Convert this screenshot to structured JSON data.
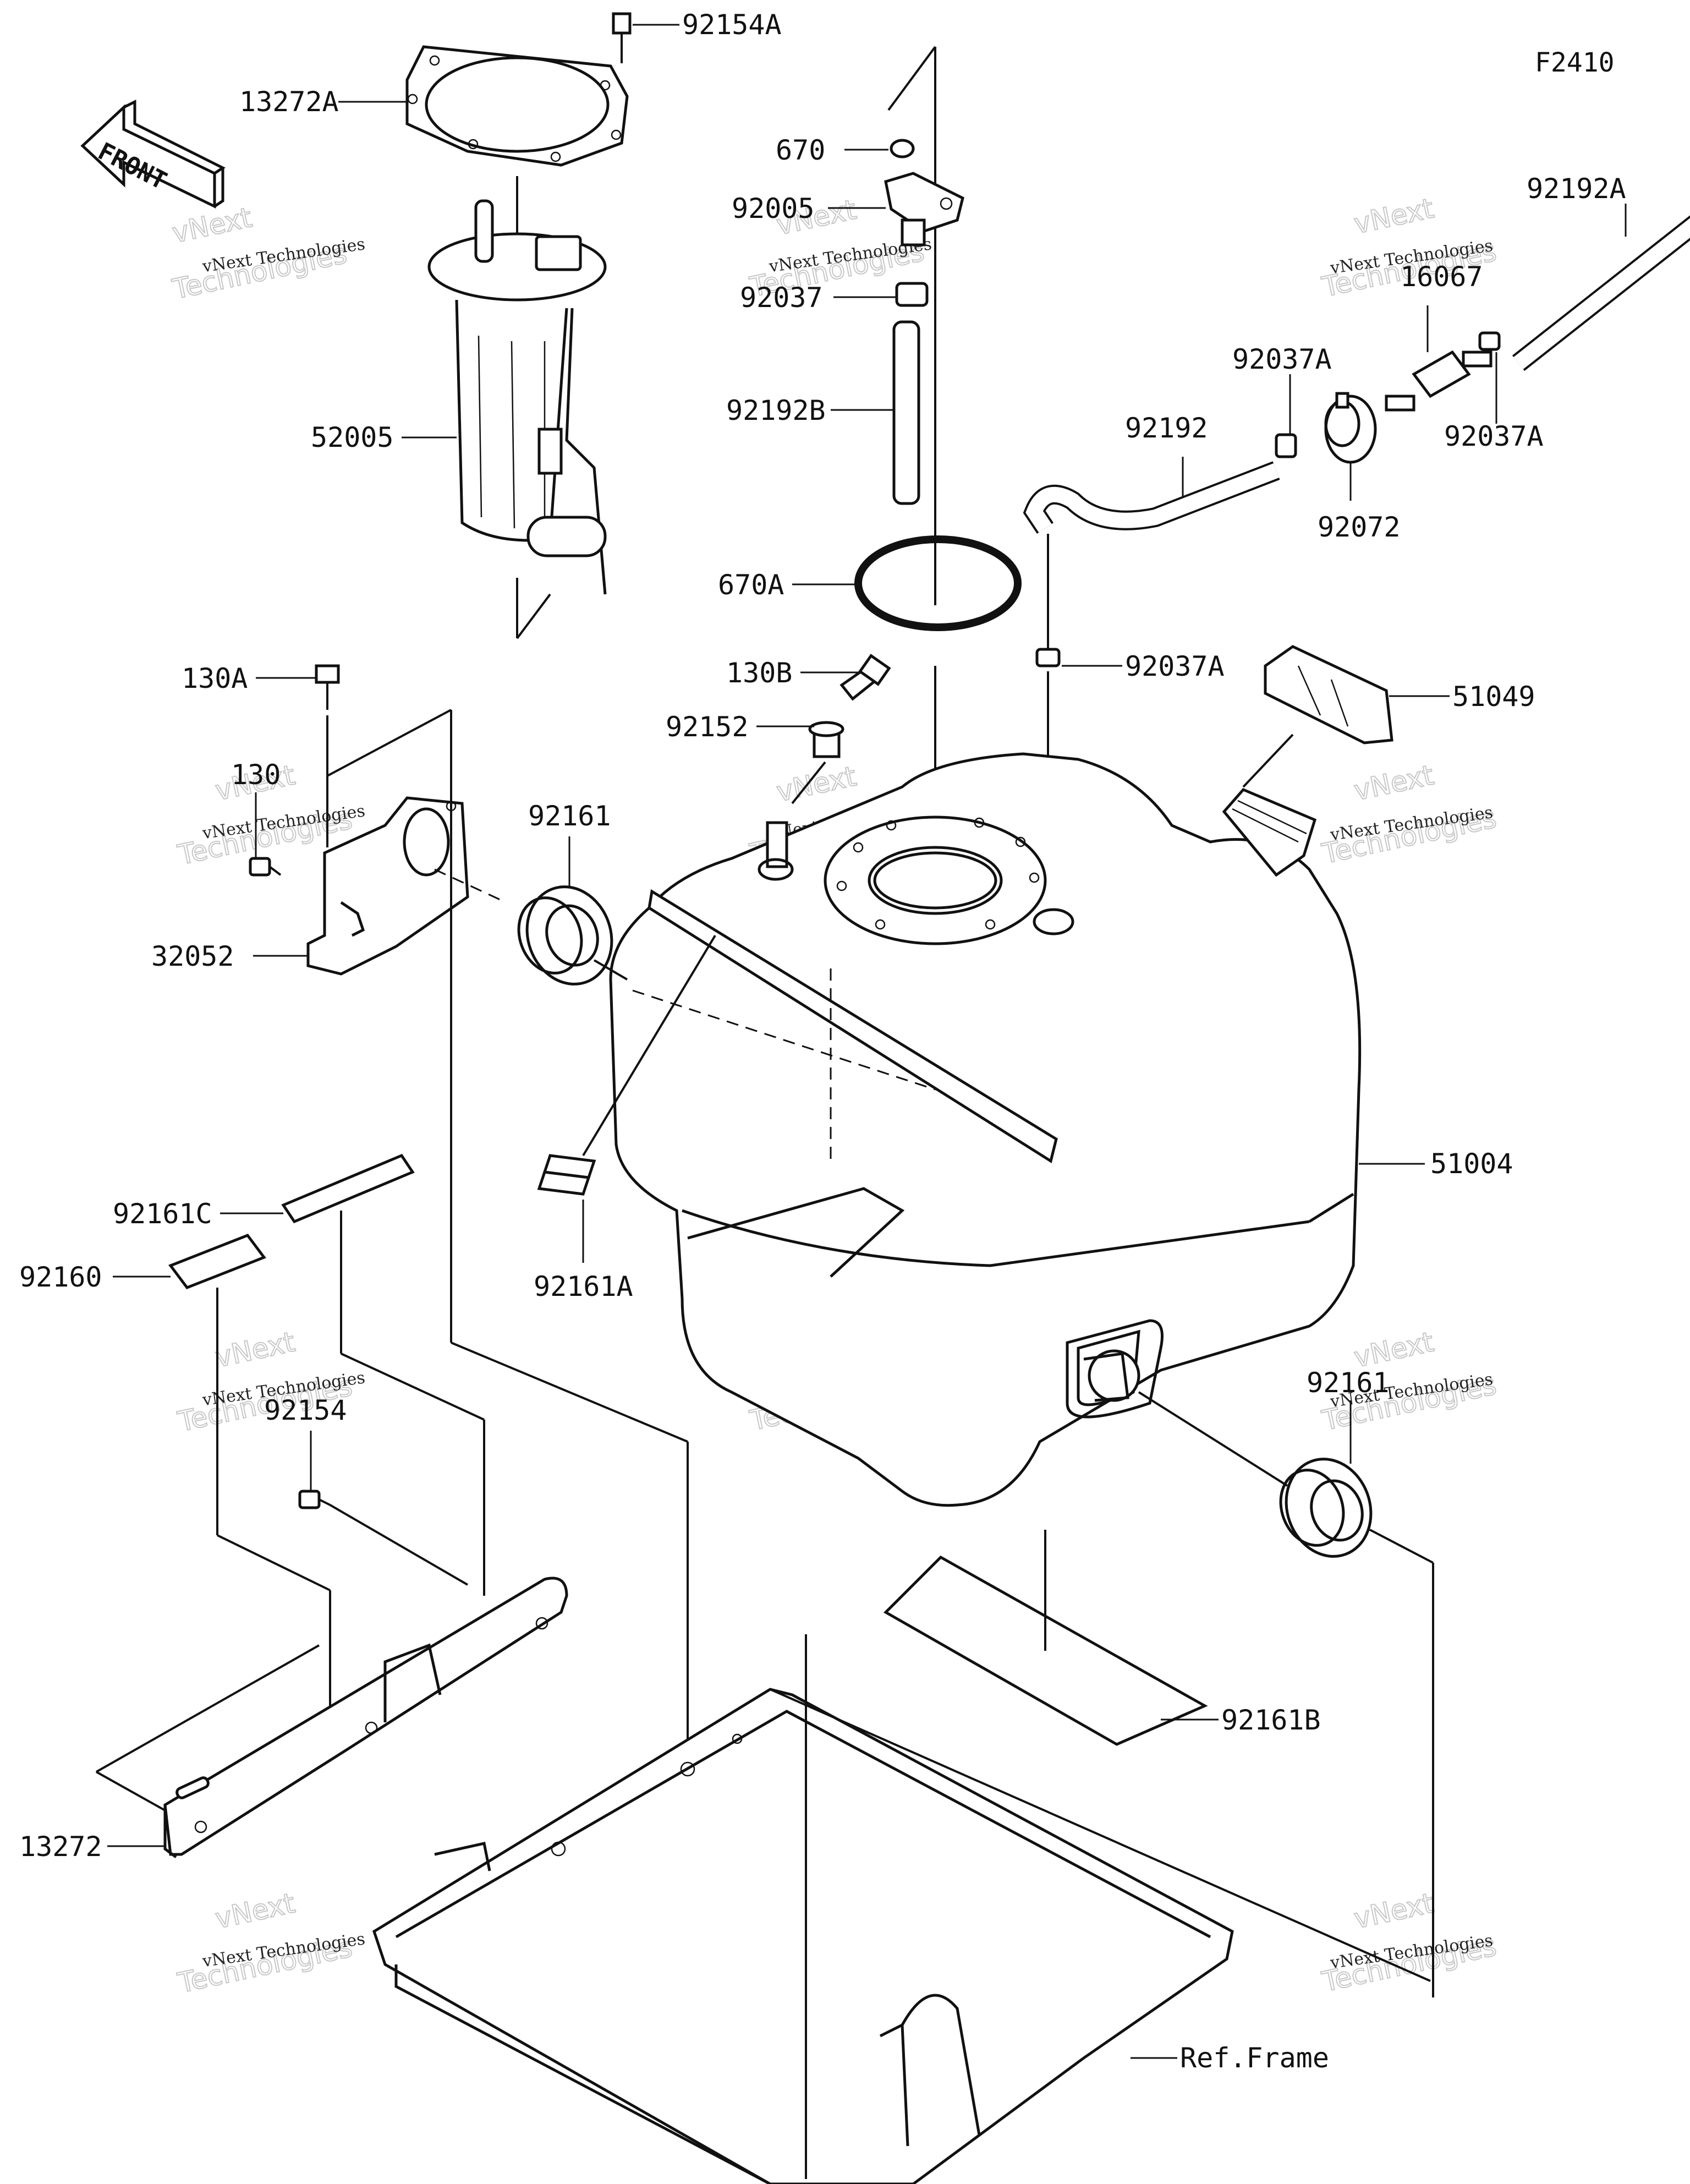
{
  "figure_code": "F2410",
  "front_label": "FRONT",
  "watermark": {
    "line1": "vNext Technologies",
    "line2": "vNext",
    "line3": "Technologies"
  },
  "labels": {
    "p92154A": "92154A",
    "p13272A": "13272A",
    "p52005": "52005",
    "p670": "670",
    "p92005": "92005",
    "p92037": "92037",
    "p92192B": "92192B",
    "p670A": "670A",
    "p92192A": "92192A",
    "p16067": "16067",
    "p92037A_top": "92037A",
    "p92037A_right": "92037A",
    "p92192": "92192",
    "p92072": "92072",
    "p92037A_mid": "92037A",
    "p130A": "130A",
    "p130": "130",
    "p32052": "32052",
    "p92161": "92161",
    "p130B": "130B",
    "p92152": "92152",
    "p51049": "51049",
    "p51004": "51004",
    "p92161A": "92161A",
    "p92161C": "92161C",
    "p92160": "92160",
    "p92154": "92154",
    "p92161_right": "92161",
    "p92161B": "92161B",
    "p13272": "13272",
    "ref_frame": "Ref.Frame"
  }
}
